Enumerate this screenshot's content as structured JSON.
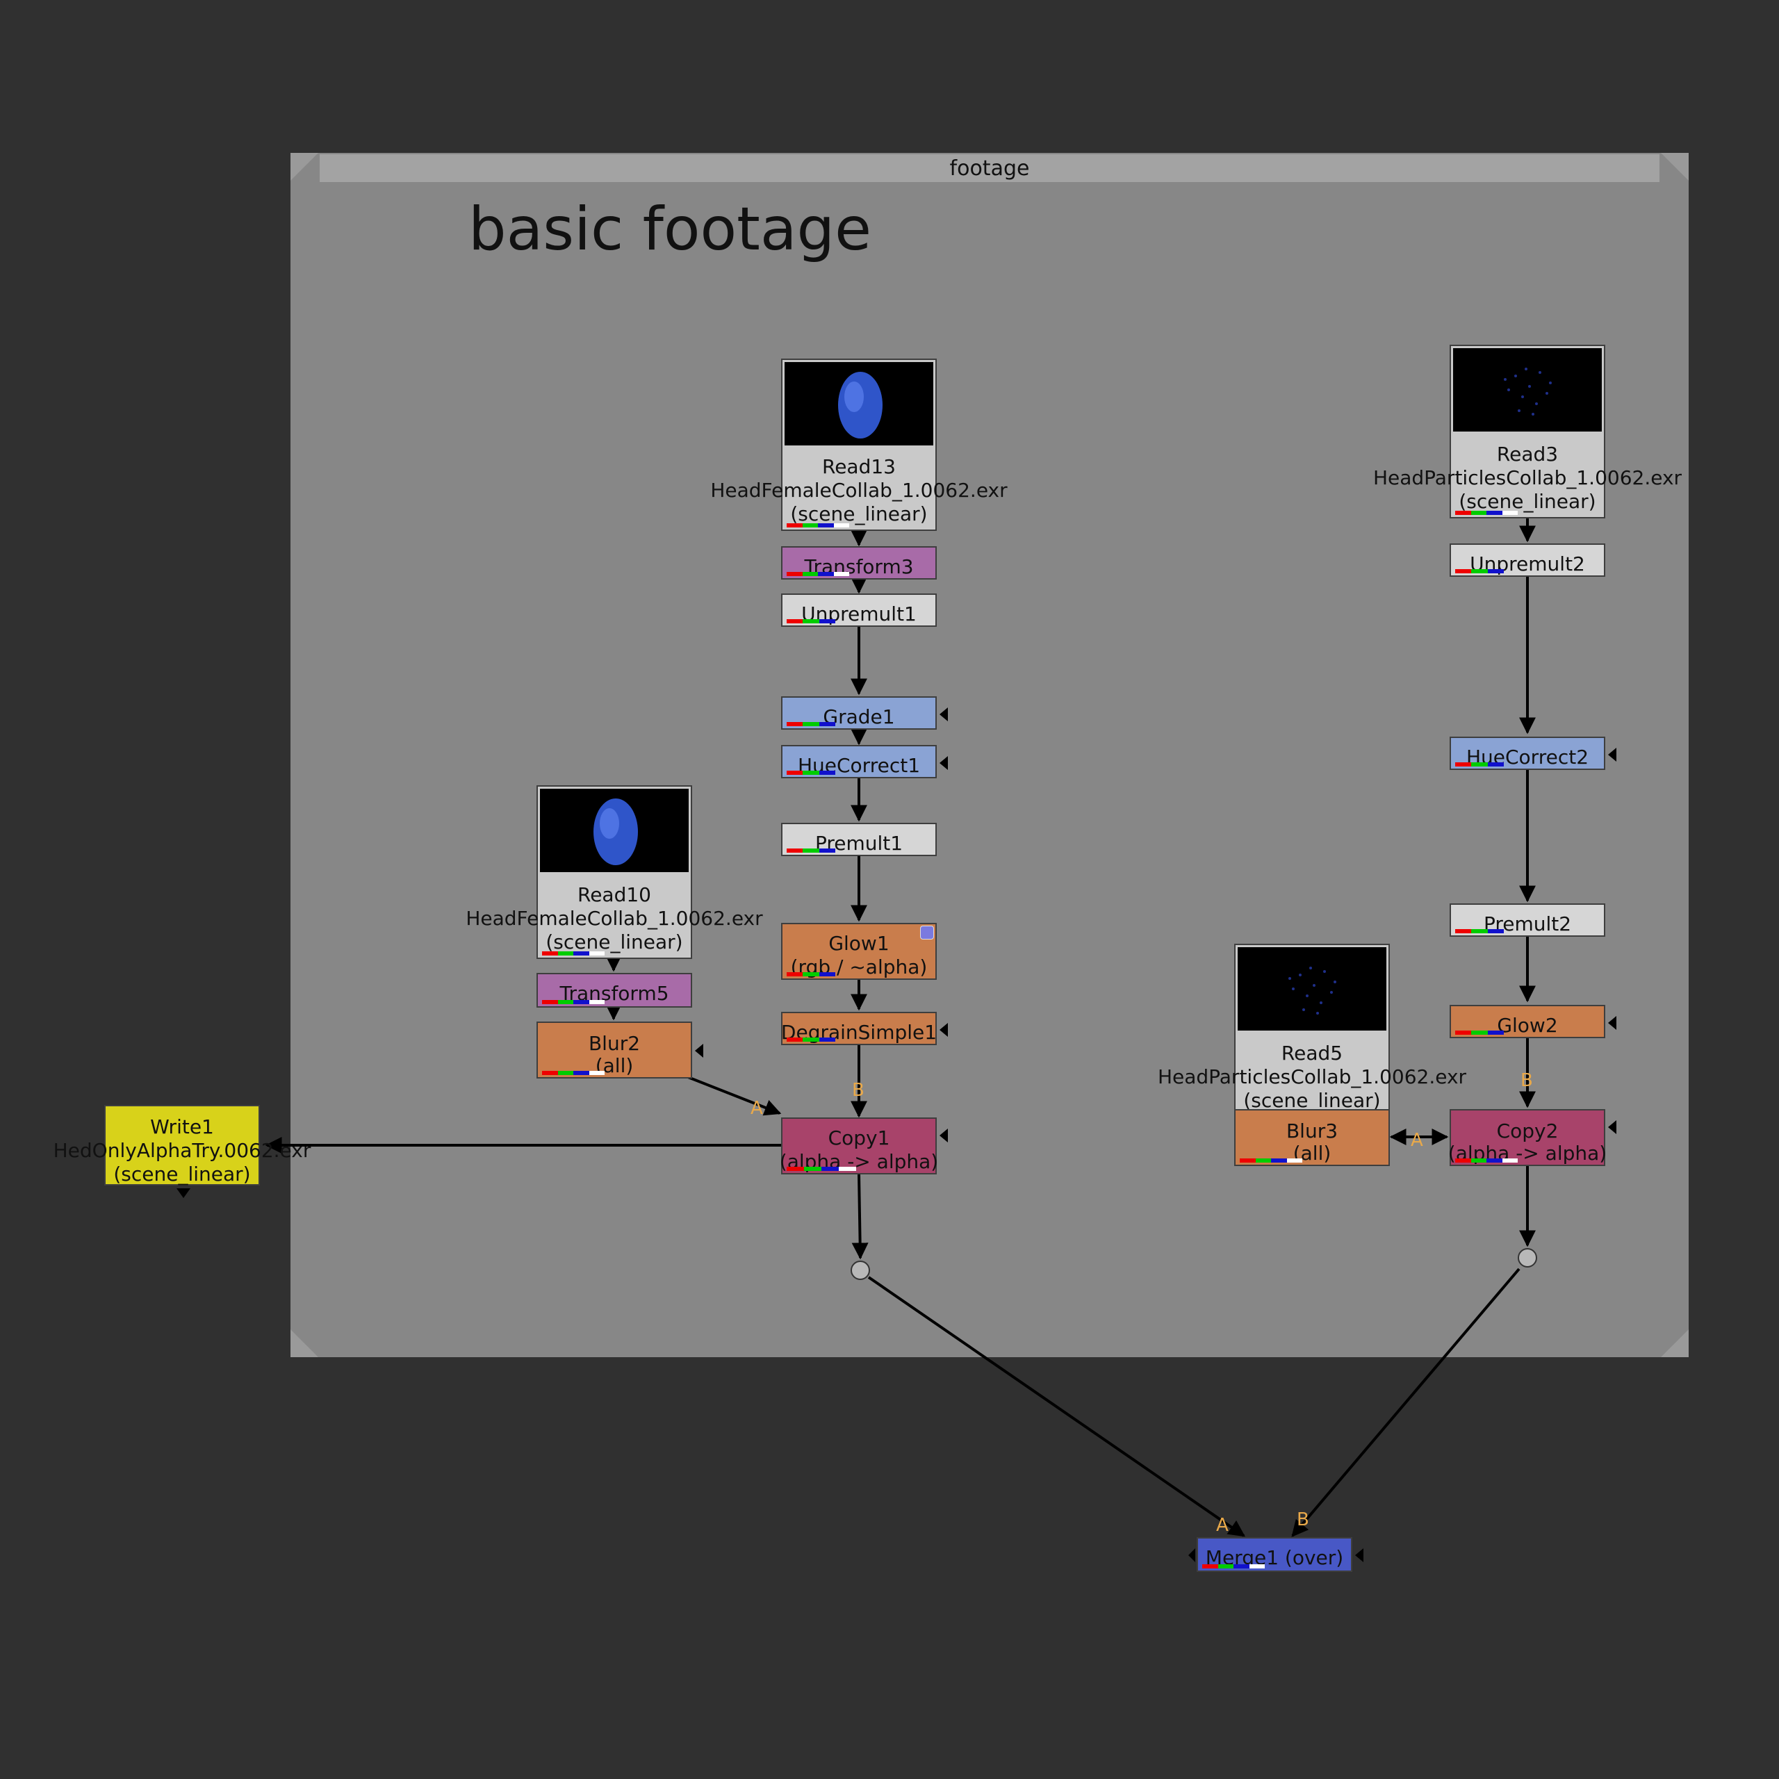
{
  "backdrop": {
    "title": "footage",
    "heading": "basic footage"
  },
  "nodes": {
    "read13": {
      "name": "Read13",
      "file": "HeadFemaleCollab_1.0062.exr",
      "colorspace": "(scene_linear)"
    },
    "transform3": {
      "name": "Transform3"
    },
    "unpremult1": {
      "name": "Unpremult1"
    },
    "grade1": {
      "name": "Grade1"
    },
    "huecorrect1": {
      "name": "HueCorrect1"
    },
    "premult1": {
      "name": "Premult1"
    },
    "glow1": {
      "name": "Glow1",
      "channels": "(rgb / ~alpha)"
    },
    "degrain1": {
      "name": "DegrainSimple1"
    },
    "copy1": {
      "name": "Copy1",
      "op": "(alpha -> alpha)"
    },
    "read10": {
      "name": "Read10",
      "file": "HeadFemaleCollab_1.0062.exr",
      "colorspace": "(scene_linear)"
    },
    "transform5": {
      "name": "Transform5"
    },
    "blur2": {
      "name": "Blur2",
      "channels": "(all)"
    },
    "write1": {
      "name": "Write1",
      "file": "HedOnlyAlphaTry.0062.exr",
      "colorspace": "(scene_linear)"
    },
    "read3": {
      "name": "Read3",
      "file": "HeadParticlesCollab_1.0062.exr",
      "colorspace": "(scene_linear)"
    },
    "unpremult2": {
      "name": "Unpremult2"
    },
    "huecorrect2": {
      "name": "HueCorrect2"
    },
    "premult2": {
      "name": "Premult2"
    },
    "glow2": {
      "name": "Glow2"
    },
    "copy2": {
      "name": "Copy2",
      "op": "(alpha -> alpha)"
    },
    "read5": {
      "name": "Read5",
      "file": "HeadParticlesCollab_1.0062.exr",
      "colorspace": "(scene_linear)"
    },
    "blur3": {
      "name": "Blur3",
      "channels": "(all)"
    },
    "merge1": {
      "name": "Merge1 (over)"
    }
  },
  "pins": {
    "a": "A",
    "b": "B"
  },
  "colors": {
    "canvas": "#303030",
    "backdrop": "#878787",
    "read": "#c9c9c9",
    "transform": "#a86ba8",
    "math": "#d6d6d6",
    "color": "#8aa3d4",
    "filter": "#c97d4c",
    "copy": "#a8436a",
    "merge": "#4858c6",
    "write": "#d8d21a",
    "pin_label": "#e9a94a"
  }
}
